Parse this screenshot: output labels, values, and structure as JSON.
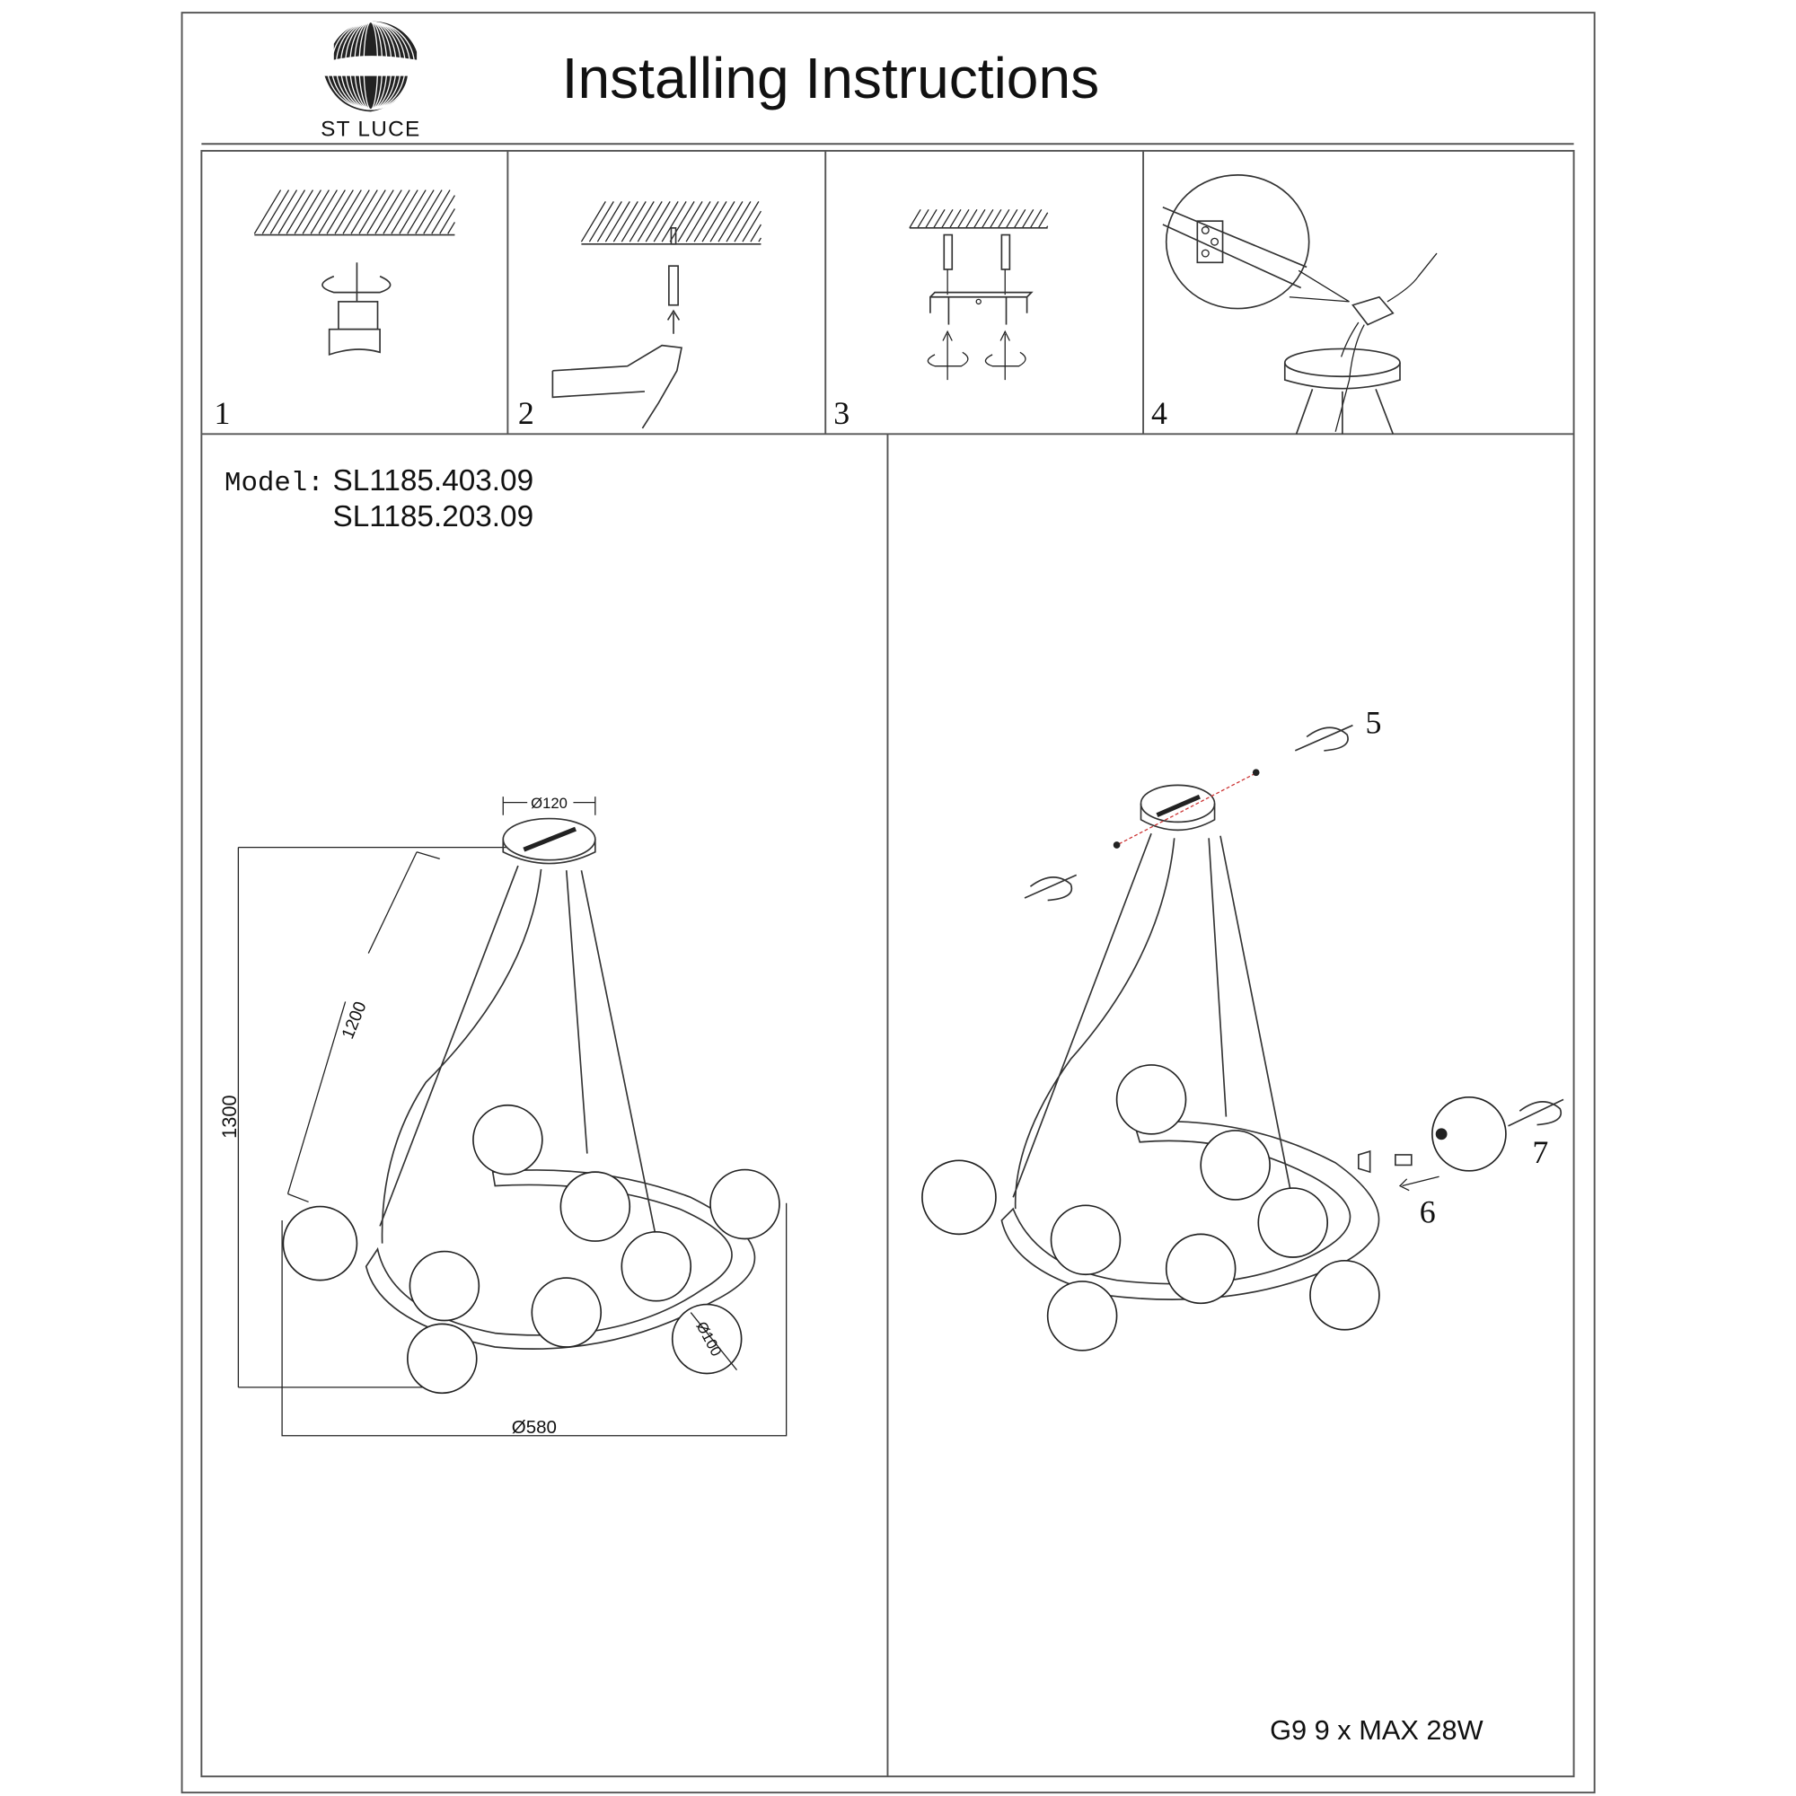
{
  "header": {
    "brand": "ST LUCE",
    "title": "Installing Instructions"
  },
  "steps": [
    {
      "number": "1",
      "icon": "drill-ceiling-icon"
    },
    {
      "number": "2",
      "icon": "hammer-anchor-icon"
    },
    {
      "number": "3",
      "icon": "mounting-bracket-icon"
    },
    {
      "number": "4",
      "icon": "wire-connection-icon"
    }
  ],
  "model": {
    "label": "Model:",
    "codes": [
      "SL1185.403.09",
      "SL1185.203.09"
    ]
  },
  "dimensions": {
    "canopy": "Ø120",
    "cable": "1200",
    "height": "1300",
    "globe": "Ø100",
    "width": "Ø580"
  },
  "assembly": {
    "callouts": [
      "5",
      "6",
      "7"
    ],
    "spec": "G9  9 x MAX 28W"
  }
}
